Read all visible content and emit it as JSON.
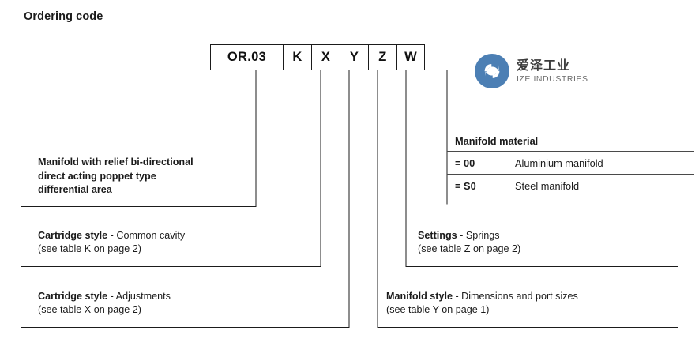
{
  "page": {
    "title": "Ordering code"
  },
  "code_boxes": [
    {
      "label": "OR.03",
      "width": "main"
    },
    {
      "label": "K",
      "width": "small"
    },
    {
      "label": "X",
      "width": "small"
    },
    {
      "label": "Y",
      "width": "small"
    },
    {
      "label": "Z",
      "width": "small"
    },
    {
      "label": "W",
      "width": "small"
    }
  ],
  "logo": {
    "icon": "ize-industries-logo-icon",
    "chinese_name": "爱泽工业",
    "english_name": "IZE INDUSTRIES",
    "mark_color": "#4c7fb4",
    "text_color": "#3b3b3b"
  },
  "descriptions": {
    "main": {
      "line1": "Manifold with relief bi-directional",
      "line2": "direct acting poppet type",
      "line3": "differential area"
    },
    "cartridge_common_cavity": {
      "bold": "Cartridge style",
      "rest": " - Common cavity",
      "note": "(see table K on page 2)"
    },
    "cartridge_adjustments": {
      "bold": "Cartridge style",
      "rest": " - Adjustments",
      "note": "(see table X on page 2)"
    },
    "settings": {
      "bold": "Settings",
      "rest": " - Springs",
      "note": "(see table Z on page 2)"
    },
    "manifold_style": {
      "bold": "Manifold style",
      "rest": " - Dimensions and port sizes",
      "note": "(see table Y on page 1)"
    }
  },
  "manifold_material_table": {
    "header": "Manifold material",
    "rows": [
      {
        "code": "= 00",
        "description": "Aluminium manifold"
      },
      {
        "code": "= S0",
        "description": "Steel manifold"
      }
    ]
  },
  "colors": {
    "line": "#1b1b1b",
    "rule": "#4a4a4a",
    "background": "#ffffff"
  }
}
